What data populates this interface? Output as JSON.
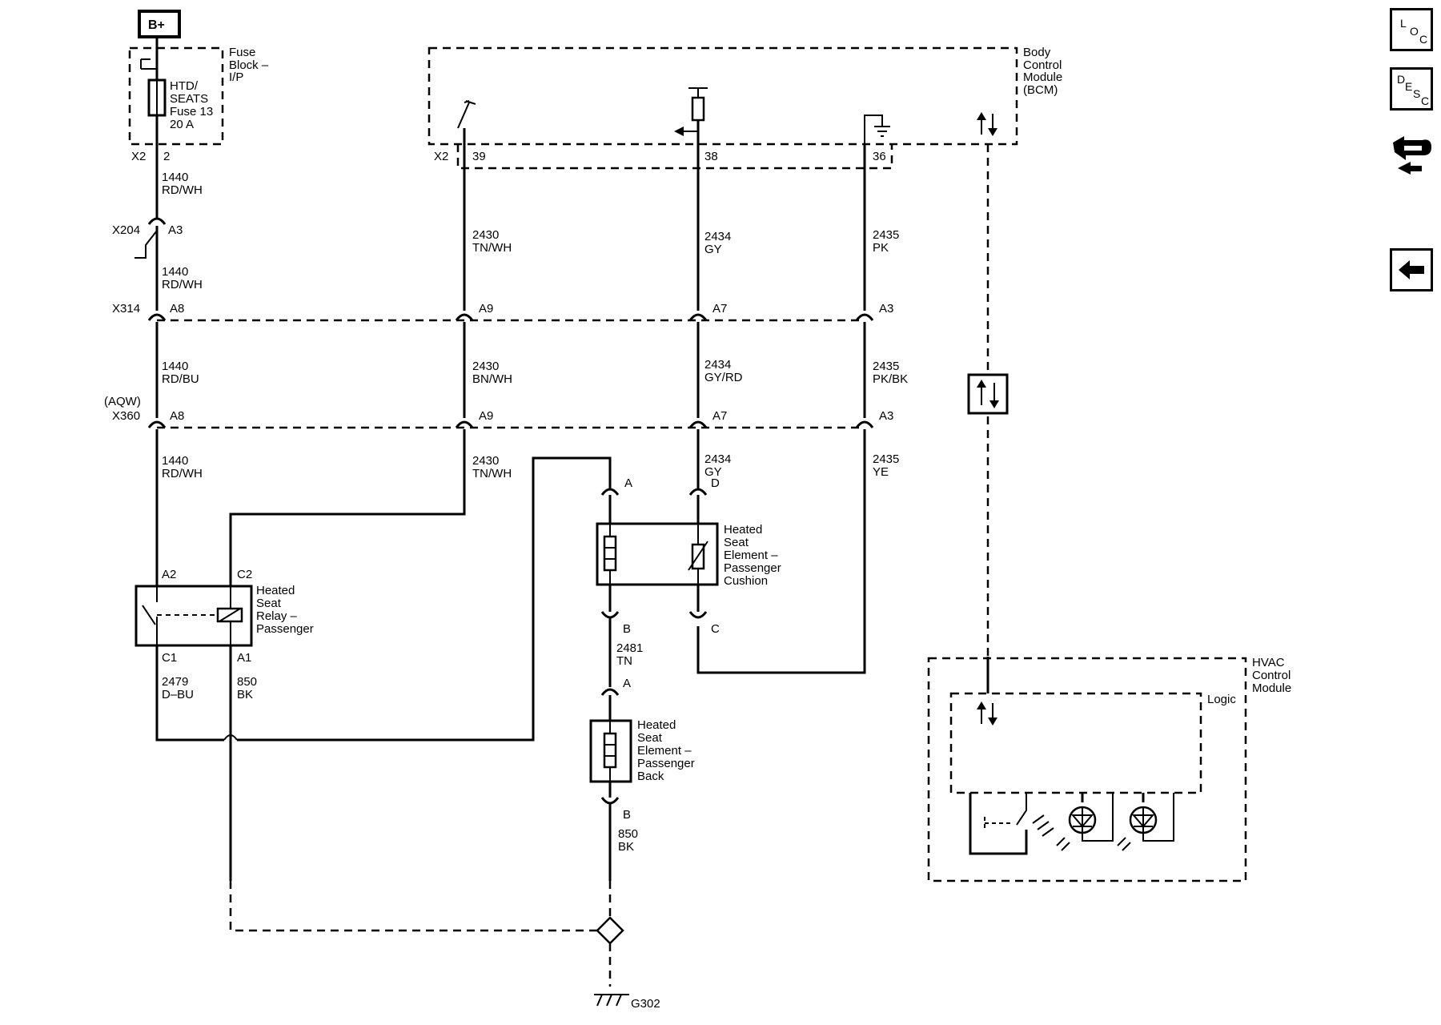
{
  "power": {
    "label": "B+"
  },
  "fuse_block": {
    "title": [
      "Fuse",
      "Block –",
      "I/P"
    ],
    "fuse_lines": [
      "HTD/",
      "SEATS",
      "Fuse 13",
      "20 A"
    ]
  },
  "bcm": {
    "title": [
      "Body",
      "Control",
      "Module",
      "(BCM)"
    ]
  },
  "hvac": {
    "title": [
      "HVAC",
      "Control",
      "Module"
    ],
    "logic": "Logic"
  },
  "relay": {
    "title": [
      "Heated",
      "Seat",
      "Relay –",
      "Passenger"
    ],
    "pins": {
      "a2": "A2",
      "c2": "C2",
      "c1": "C1",
      "a1": "A1"
    }
  },
  "cushion": {
    "title": [
      "Heated",
      "Seat",
      "Element –",
      "Passenger",
      "Cushion"
    ],
    "pins": {
      "a": "A",
      "d": "D",
      "b": "B",
      "c": "C"
    }
  },
  "back": {
    "title": [
      "Heated",
      "Seat",
      "Element –",
      "Passenger",
      "Back"
    ],
    "pins": {
      "a": "A",
      "b": "B"
    }
  },
  "connectors": {
    "x2": "X2",
    "x204": "X204",
    "x314": "X314",
    "aqw": "(AQW)",
    "x360": "X360"
  },
  "pins": {
    "p2": "2",
    "p39": "39",
    "p38": "38",
    "p36": "36",
    "a3": "A3",
    "a8": "A8",
    "a9": "A9",
    "a7": "A7"
  },
  "wires": {
    "w1440": "1440",
    "rdwh": "RD/WH",
    "rdbu": "RD/BU",
    "w2430": "2430",
    "tnwh": "TN/WH",
    "bnwh": "BN/WH",
    "w2434": "2434",
    "gy": "GY",
    "gyrd": "GY/RD",
    "w2435": "2435",
    "pk": "PK",
    "pkbk": "PK/BK",
    "ye": "YE",
    "w2479": "2479",
    "dbu": "D–BU",
    "w850": "850",
    "bk": "BK",
    "w2481": "2481",
    "tn": "TN"
  },
  "ground": {
    "label": "G302"
  },
  "nav": {
    "loc": [
      "L",
      "O",
      "C"
    ],
    "desc": [
      "D",
      "E",
      "S",
      "C"
    ],
    "icons": [
      "loc-icon",
      "desc-icon",
      "wiring-hand-icon",
      "back-arrow-icon"
    ]
  }
}
